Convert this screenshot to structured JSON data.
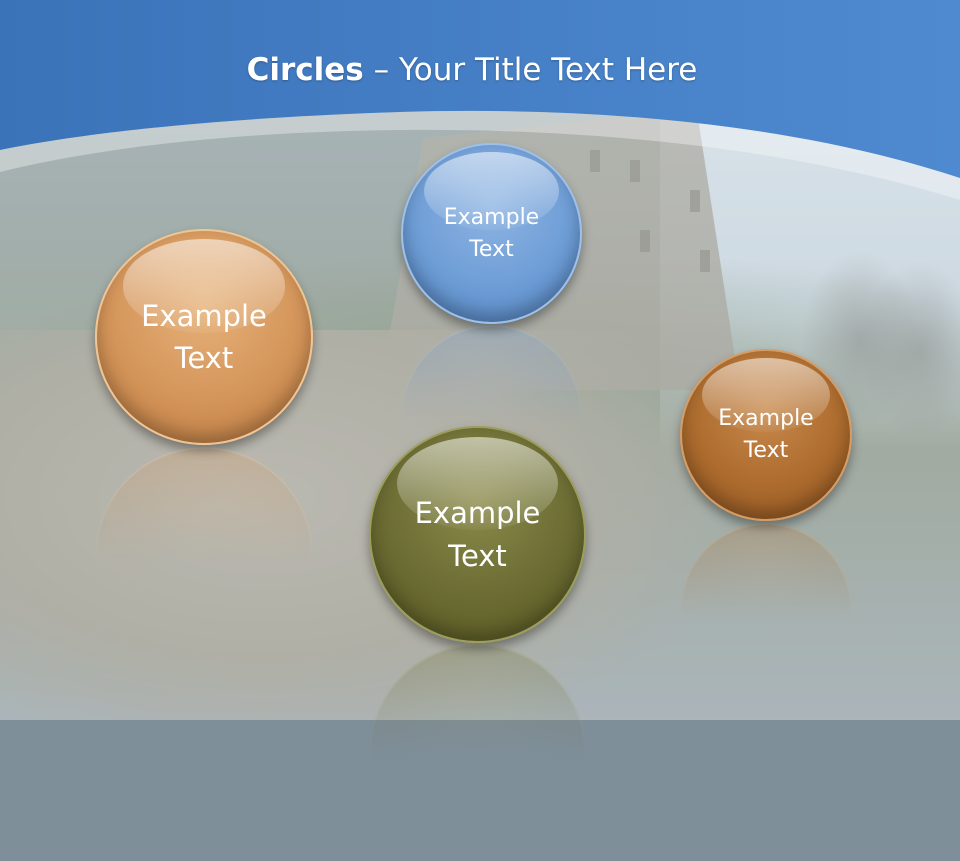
{
  "slide": {
    "title_bold": "Circles",
    "title_rest": " – Your Title Text Here"
  },
  "circles": [
    {
      "label": "Example\nText",
      "color": "#6e9dd6"
    },
    {
      "label": "Example\nText",
      "color": "#d4955a"
    },
    {
      "label": "Example\nText",
      "color": "#6b6c33"
    },
    {
      "label": "Example\nText",
      "color": "#ad6c2e"
    }
  ],
  "colors": {
    "header_blue": "#3f78bf",
    "header_light": "#5b93d6"
  }
}
